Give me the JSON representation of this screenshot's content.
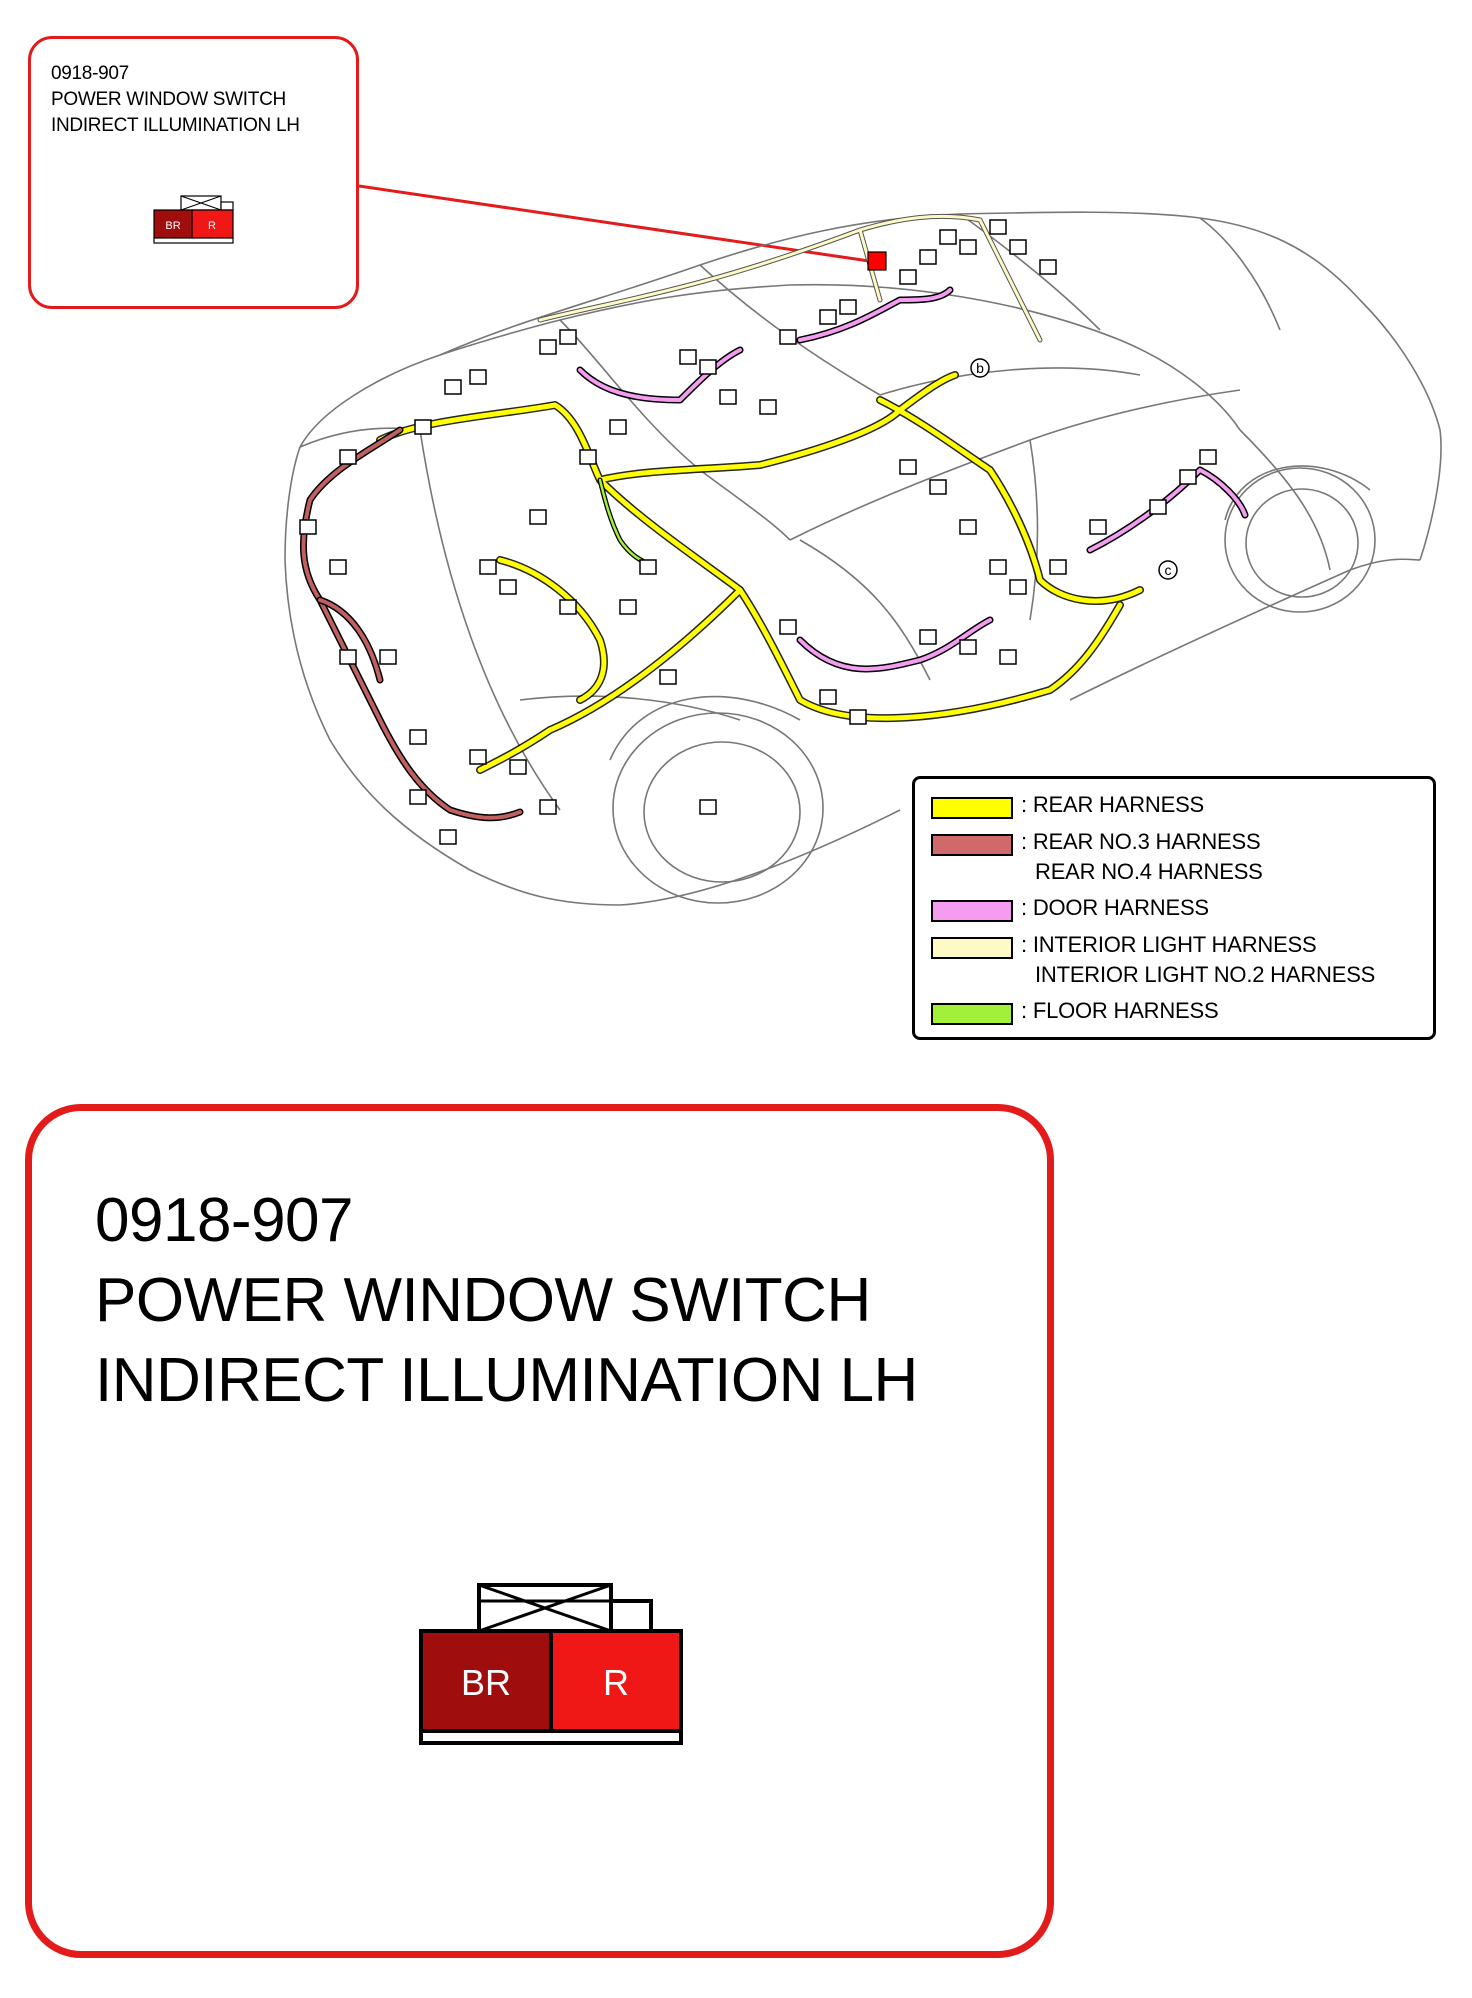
{
  "connector": {
    "code": "0918-907",
    "name_line1": "POWER WINDOW SWITCH",
    "name_line2": "INDIRECT ILLUMINATION LH",
    "pins": [
      {
        "label": "BR",
        "color": "#a00d0d"
      },
      {
        "label": "R",
        "color": "#f01717"
      }
    ]
  },
  "markers": {
    "b": "b",
    "c": "c"
  },
  "legend": {
    "items": [
      {
        "color": "#ffff00",
        "lines": [
          ": REAR HARNESS"
        ]
      },
      {
        "color": "#d06a6a",
        "lines": [
          ": REAR NO.3 HARNESS",
          "REAR NO.4 HARNESS"
        ]
      },
      {
        "color": "#f49cf0",
        "lines": [
          ": DOOR HARNESS"
        ]
      },
      {
        "color": "#fdfac6",
        "lines": [
          ": INTERIOR LIGHT HARNESS",
          "INTERIOR LIGHT NO.2 HARNESS"
        ]
      },
      {
        "color": "#a2f03a",
        "lines": [
          ": FLOOR HARNESS"
        ]
      }
    ]
  },
  "colors": {
    "callout_border": "#e31b1b",
    "highlight": "#ff0000"
  }
}
